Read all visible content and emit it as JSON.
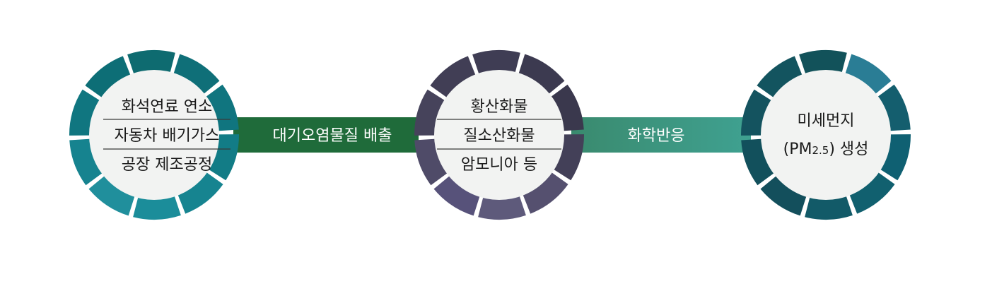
{
  "flow": {
    "source": {
      "lines": [
        "화석연료 연소",
        "자동차 배기가스",
        "공장 제조공정"
      ],
      "ring_colors": [
        "#0e6b70",
        "#0f6f78",
        "#10757f",
        "#127c86",
        "#168490",
        "#1b8d9a",
        "#208f9c",
        "#16838f",
        "#107680",
        "#0d6e76"
      ]
    },
    "emission": {
      "label": "대기오염물질 배출",
      "color": "#1f6b3a"
    },
    "pollutants": {
      "lines": [
        "황산화물",
        "질소산화물",
        "암모니아 등"
      ],
      "ring_colors": [
        "#3f3d54",
        "#3c3a50",
        "#3a384d",
        "#434058",
        "#55506f",
        "#5e5a7b",
        "#57527a",
        "#4f4b68",
        "#46435b",
        "#413e55"
      ]
    },
    "reaction": {
      "label": "화학반응",
      "color_start": "#3a8a6e",
      "color_end": "#3fa191"
    },
    "result": {
      "line1": "미세먼지",
      "line2_prefix": "(PM",
      "line2_sub": "2.5",
      "line2_suffix": ") 생성",
      "ring_colors": [
        "#12525a",
        "#2a7d95",
        "#145e6e",
        "#0f6072",
        "#11606f",
        "#125a68",
        "#134f5c",
        "#12505c",
        "#14535f",
        "#13545f"
      ]
    }
  }
}
